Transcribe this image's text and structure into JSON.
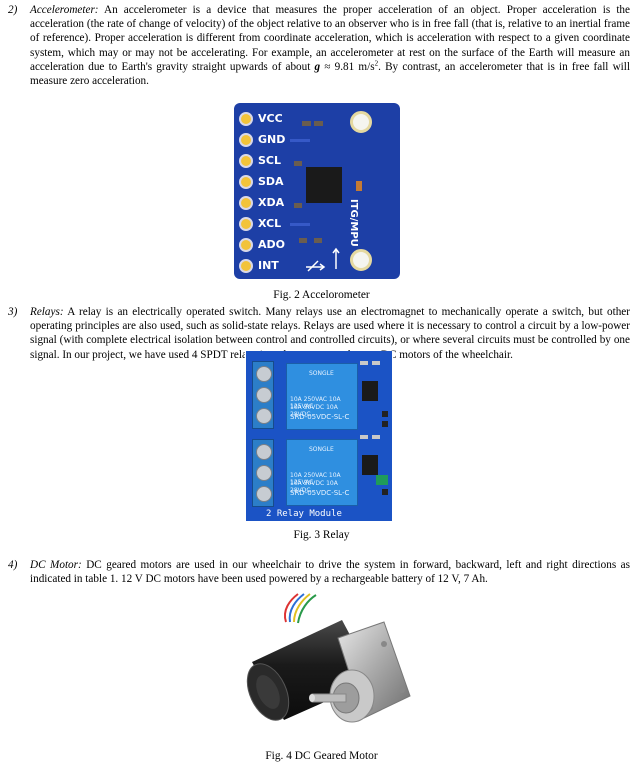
{
  "sections": [
    {
      "num": "2)",
      "title": "Accelerometer:",
      "body_before_g": " An accelerometer is a device that measures the proper acceleration of an object. Proper acceleration is the acceleration (the rate of change of velocity) of the object relative to an observer who is in free fall (that is, relative to an inertial frame of reference). Proper acceleration is different from coordinate acceleration, which is acceleration with respect to a given coordinate system, which may or may not be accelerating. For example, an accelerometer at rest on the surface of the Earth will measure an acceleration due to Earth's gravity straight upwards of about ",
      "g_symbol": "g",
      "g_value": " ≈ 9.81 m/s",
      "g_exp": "2",
      "body_after_g": ". By contrast, an accelerometer that is in free fall will measure zero acceleration."
    },
    {
      "num": "3)",
      "title": "Relays:",
      "body": " A relay is an electrically operated switch. Many relays use an electromagnet to mechanically operate a switch, but other operating principles are also used, such as solid-state relays. Relays are used where it is necessary to control a circuit by a low-power signal (with complete electrical isolation between control and controlled circuits), or where several circuits must be controlled by one signal. In our project, we have used 4 SPDT relays in order to operate the two DC motors of the wheelchair."
    },
    {
      "num": "4)",
      "title": "DC Motor:",
      "body": " DC geared motors are used in our wheelchair to drive the system in forward, backward, left and right directions as indicated in table 1. 12 V DC motors have been used powered by a rechargeable battery of 12 V, 7 Ah."
    }
  ],
  "figures": {
    "fig2": {
      "caption": "Fig. 2 Accelorometer",
      "pins": [
        "VCC",
        "GND",
        "SCL",
        "SDA",
        "XDA",
        "XCL",
        "ADO",
        "INT"
      ],
      "board_text": "ITG/MPU"
    },
    "fig3": {
      "caption": "Fig. 3 Relay",
      "board_label": "2 Relay Module",
      "relay_brand": "SONGLE",
      "relay_ratings": [
        "10A 250VAC 10A 125VAC",
        "10A 30VDC 10A 28VDC"
      ],
      "relay_model": "SRD-05VDC-SL-C"
    },
    "fig4": {
      "caption": "Fig. 4 DC Geared Motor"
    }
  },
  "colors": {
    "accel_pcb": "#1d3fa6",
    "relay_pcb": "#1b53c5",
    "relay_box": "#2f8fe0"
  }
}
